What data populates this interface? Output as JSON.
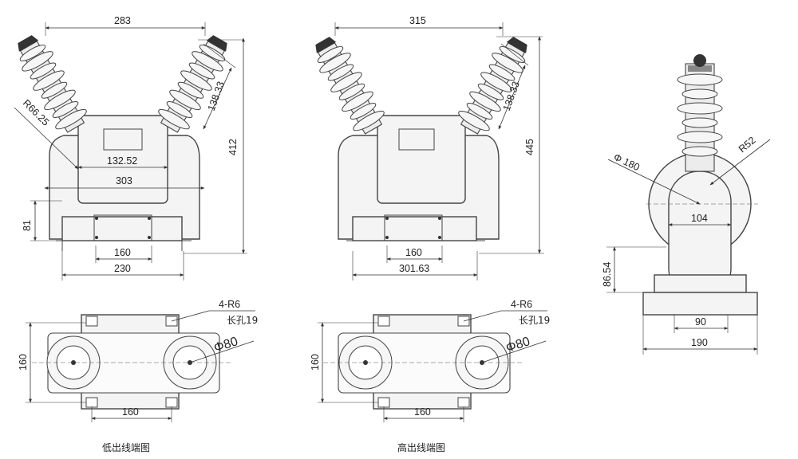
{
  "views": {
    "low_front": {
      "width_top": "283",
      "insulator_len": "138.33",
      "radius": "R66.25",
      "window_w": "132.52",
      "body_w": "303",
      "height_total": "412",
      "base_h": "81",
      "hole_pitch": "160",
      "base_w": "230"
    },
    "high_front": {
      "width_top": "315",
      "insulator_len": "138.33",
      "height_total": "445",
      "hole_pitch": "160",
      "base_w": "301.63"
    },
    "side": {
      "sphere_d": "Φ 180",
      "radius": "R52",
      "inner_w": "104",
      "base_h": "86.54",
      "foot_pitch": "90",
      "foot_w": "190"
    },
    "low_plan": {
      "holes": "4-R6",
      "slot": "长孔19",
      "terminal_d": "Φ80",
      "depth": "160",
      "pitch": "160",
      "caption": "低出线端图"
    },
    "high_plan": {
      "holes": "4-R6",
      "slot": "长孔19",
      "terminal_d": "Φ80",
      "depth": "160",
      "pitch": "160",
      "caption": "高出线端图"
    }
  }
}
